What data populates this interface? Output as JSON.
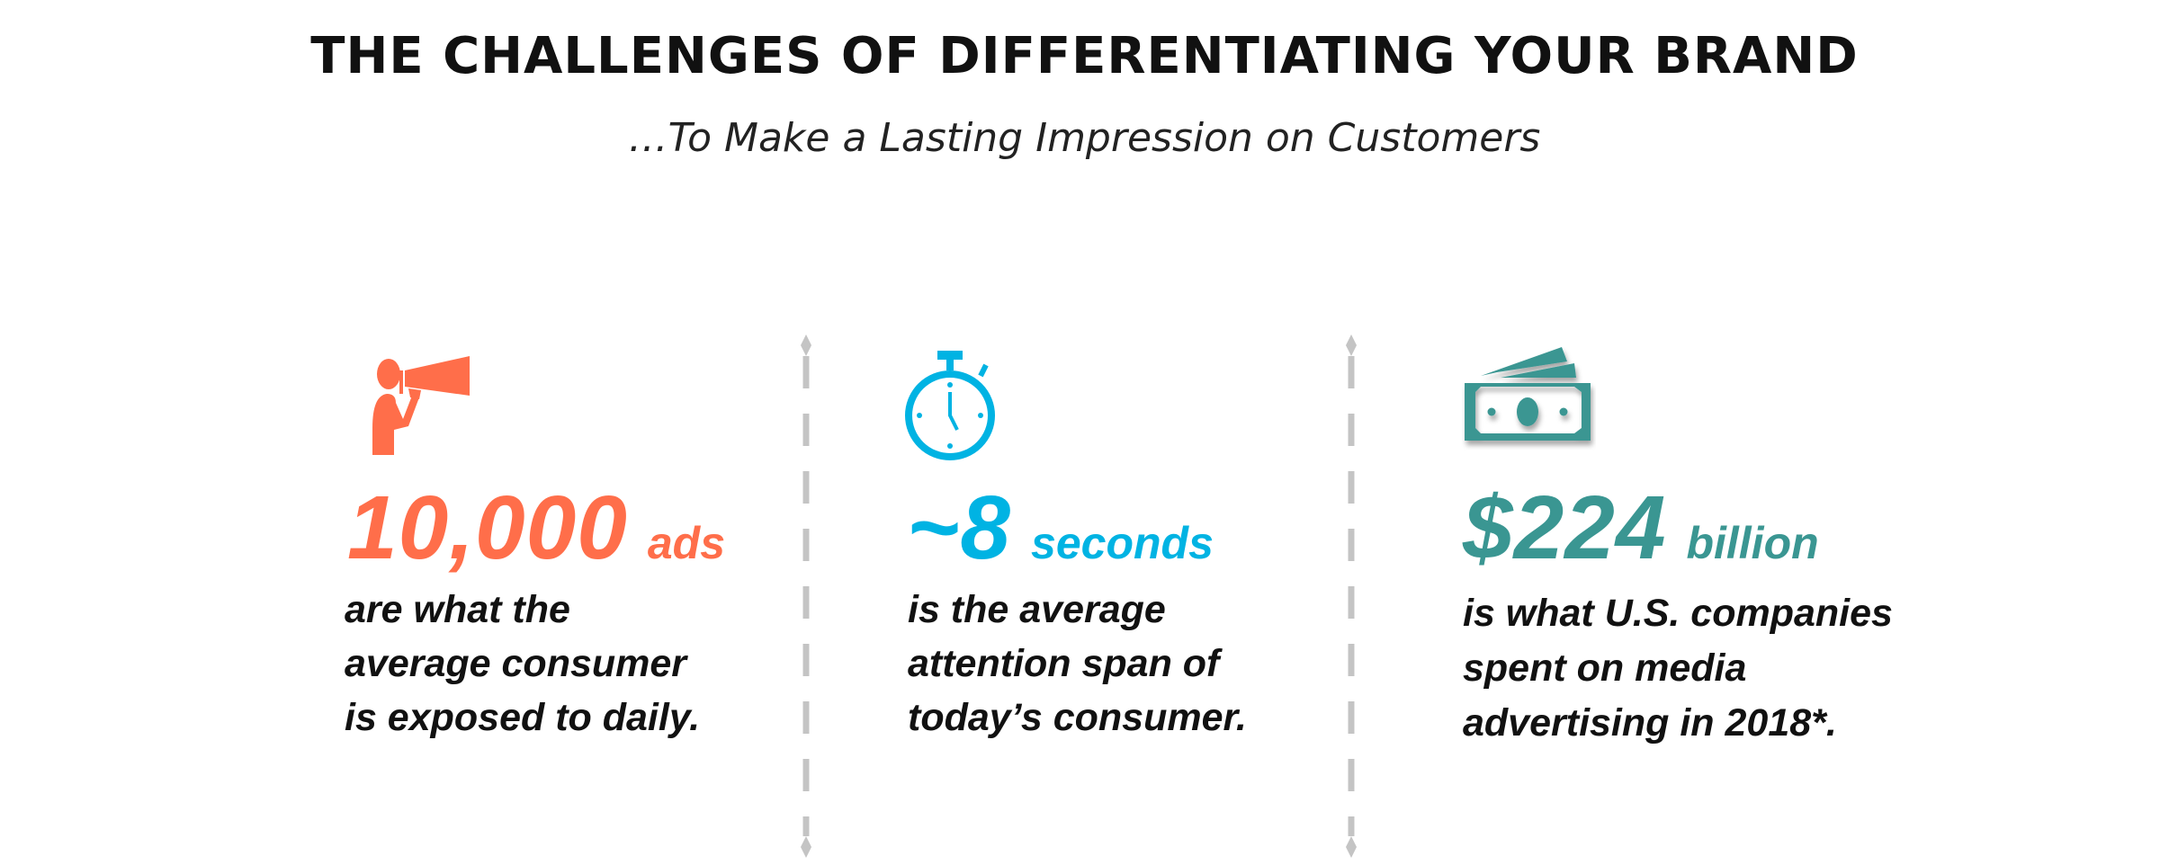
{
  "header": {
    "title": "THE CHALLENGES OF DIFFERENTIATING YOUR BRAND",
    "subtitle": "…To Make a Lasting Impression on Customers"
  },
  "colors": {
    "orange": "#FF6E4A",
    "blue": "#00B3E3",
    "teal": "#3A9692",
    "divider": "#C4C4C4"
  },
  "stats": [
    {
      "icon": "megaphone-person-icon",
      "value": "10,000",
      "unit": "ads",
      "lines": [
        "are what the",
        "average consumer",
        "is exposed to daily."
      ]
    },
    {
      "icon": "stopwatch-icon",
      "value": "~8",
      "unit": "seconds",
      "lines": [
        "is the average",
        "attention span of",
        "today’s consumer."
      ]
    },
    {
      "icon": "money-bills-icon",
      "value": "$224",
      "unit": "billion",
      "lines": [
        "is what U.S. companies",
        "spent on media",
        "advertising in 2018*."
      ]
    }
  ]
}
